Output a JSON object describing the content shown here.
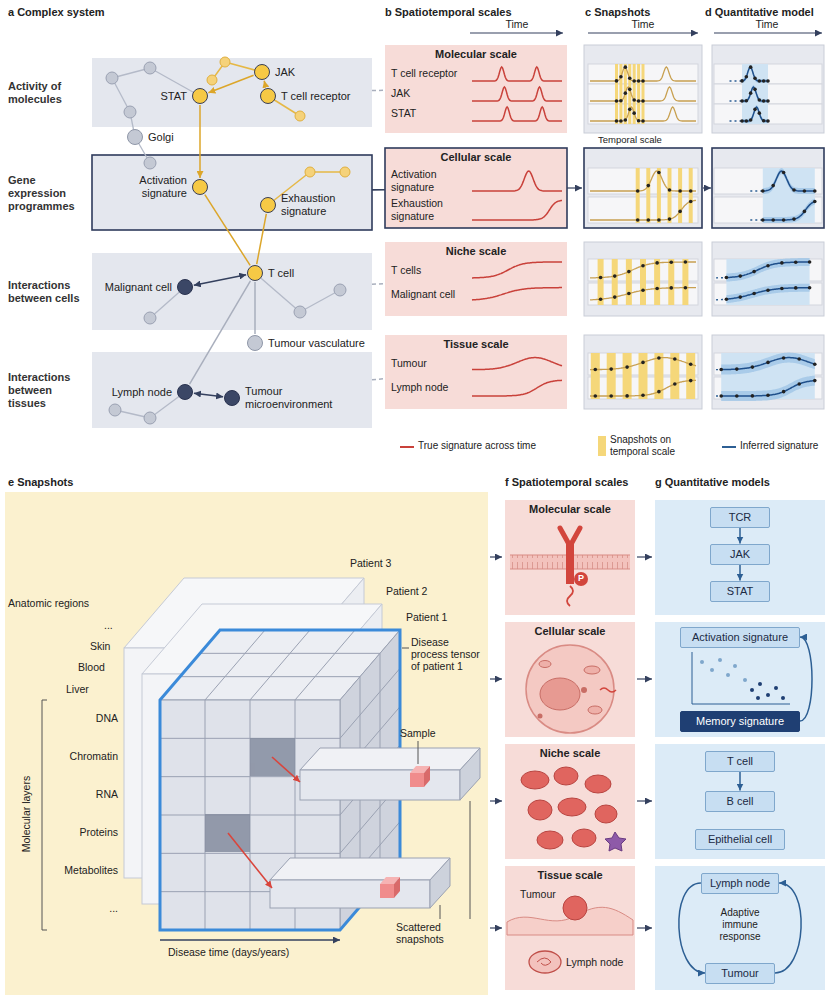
{
  "diagram": {
    "nodes": [
      {
        "text": [
          "Activity of molecules"
        ]
      },
      {
        "text": [
          "JAK"
        ],
        "in": 0
      },
      {
        "text": [
          "T cell receptor"
        ],
        "in": 0
      },
      {
        "text": [
          "STAT"
        ],
        "in": 0
      },
      {
        "text": [
          "Golgi"
        ]
      },
      {
        "text": [
          "Gene expression programmes"
        ]
      },
      {
        "text": [
          "Activation signature"
        ],
        "in": 5
      },
      {
        "text": [
          "Exhaustion signature"
        ],
        "in": 5
      },
      {
        "text": [
          "Interactions between cells"
        ]
      },
      {
        "text": [
          "T cell"
        ],
        "in": 8
      },
      {
        "text": [
          "Malignant cell"
        ],
        "in": 8
      },
      {
        "text": [
          "Tumour vasculature"
        ]
      },
      {
        "text": [
          "Interactions between tissues"
        ]
      },
      {
        "text": [
          "Lymph node"
        ],
        "in": 12
      },
      {
        "text": [
          "Tumour microenvironment"
        ],
        "in": 12
      },
      {
        "text": [
          "Molecular scale",
          "T cell receptor",
          "JAK",
          "STAT"
        ]
      },
      {
        "text": [
          "Cellular scale",
          "Activation signature",
          "Exhaustion signature"
        ]
      },
      {
        "text": [
          "Niche scale",
          "T cells",
          "Malignant cell"
        ]
      },
      {
        "text": [
          "Tissue scale",
          "Tumour",
          "Lymph node"
        ]
      },
      {
        "text": [
          "Molecular scale"
        ]
      },
      {
        "text": [
          "Cellular scale"
        ]
      },
      {
        "text": [
          "Niche scale"
        ]
      },
      {
        "text": [
          "Tissue scale",
          "Tumour",
          "Lymph node"
        ]
      },
      {
        "text": [
          "TCR"
        ]
      },
      {
        "text": [
          "JAK"
        ]
      },
      {
        "text": [
          "STAT"
        ]
      },
      {
        "text": [
          "Activation signature"
        ]
      },
      {
        "text": [
          "Memory signature"
        ]
      },
      {
        "text": [
          "T cell"
        ]
      },
      {
        "text": [
          "B cell"
        ]
      },
      {
        "text": [
          "Epithelial cell"
        ]
      },
      {
        "text": [
          "Lymph node"
        ]
      },
      {
        "text": [
          "Tumour"
        ]
      }
    ],
    "edges": [
      {
        "from": 2,
        "to": 1,
        "arrow": "to"
      },
      {
        "from": 1,
        "to": 3,
        "arrow": "to"
      },
      {
        "from": 3,
        "to": 6,
        "arrow": "to"
      },
      {
        "from": 6,
        "to": 9,
        "arrow": "none"
      },
      {
        "from": 7,
        "to": 9,
        "arrow": "none"
      },
      {
        "from": 9,
        "to": 10,
        "arrow": "both"
      },
      {
        "from": 13,
        "to": 14,
        "arrow": "both"
      },
      {
        "from": 9,
        "to": 11,
        "arrow": "none"
      },
      {
        "from": 13,
        "to": 9,
        "arrow": "none"
      },
      {
        "from": 0,
        "to": 15,
        "arrow": "none"
      },
      {
        "from": 5,
        "to": 16,
        "arrow": "none"
      },
      {
        "from": 8,
        "to": 17,
        "arrow": "none"
      },
      {
        "from": 12,
        "to": 18,
        "arrow": "none"
      },
      {
        "from": 23,
        "to": 24,
        "arrow": "to"
      },
      {
        "from": 24,
        "to": 25,
        "arrow": "to"
      },
      {
        "from": 27,
        "to": 26,
        "arrow": "to"
      },
      {
        "from": 28,
        "to": 29,
        "arrow": "to"
      },
      {
        "from": 31,
        "to": 32,
        "arrow": "to"
      },
      {
        "from": 32,
        "to": 31,
        "arrow": "to"
      }
    ],
    "labels": [
      "a Complex system",
      "b Spatiotemporal scales",
      "c Snapshots",
      "d Quantitative model",
      "Time",
      "Time",
      "Time",
      "Temporal scale",
      "e Snapshots",
      "f Spatiotemporal scales",
      "g Quantitative models",
      "Patient 3",
      "Patient 2",
      "Patient 1",
      "Disease process tensor of patient 1",
      "Anatomic regions",
      "...",
      "Skin",
      "Blood",
      "Liver",
      "DNA",
      "Chromatin",
      "RNA",
      "Proteins",
      "Metabolites",
      "...",
      "Molecular layers",
      "Sample",
      "Scattered snapshots",
      "Disease time (days/years)",
      "P",
      "Adaptive immune response"
    ],
    "legend": [
      {
        "text": "True signature across time"
      },
      {
        "text": "Snapshots on temporal scale",
        "color": "#f5d77a"
      },
      {
        "text": "Inferred signature"
      }
    ]
  }
}
